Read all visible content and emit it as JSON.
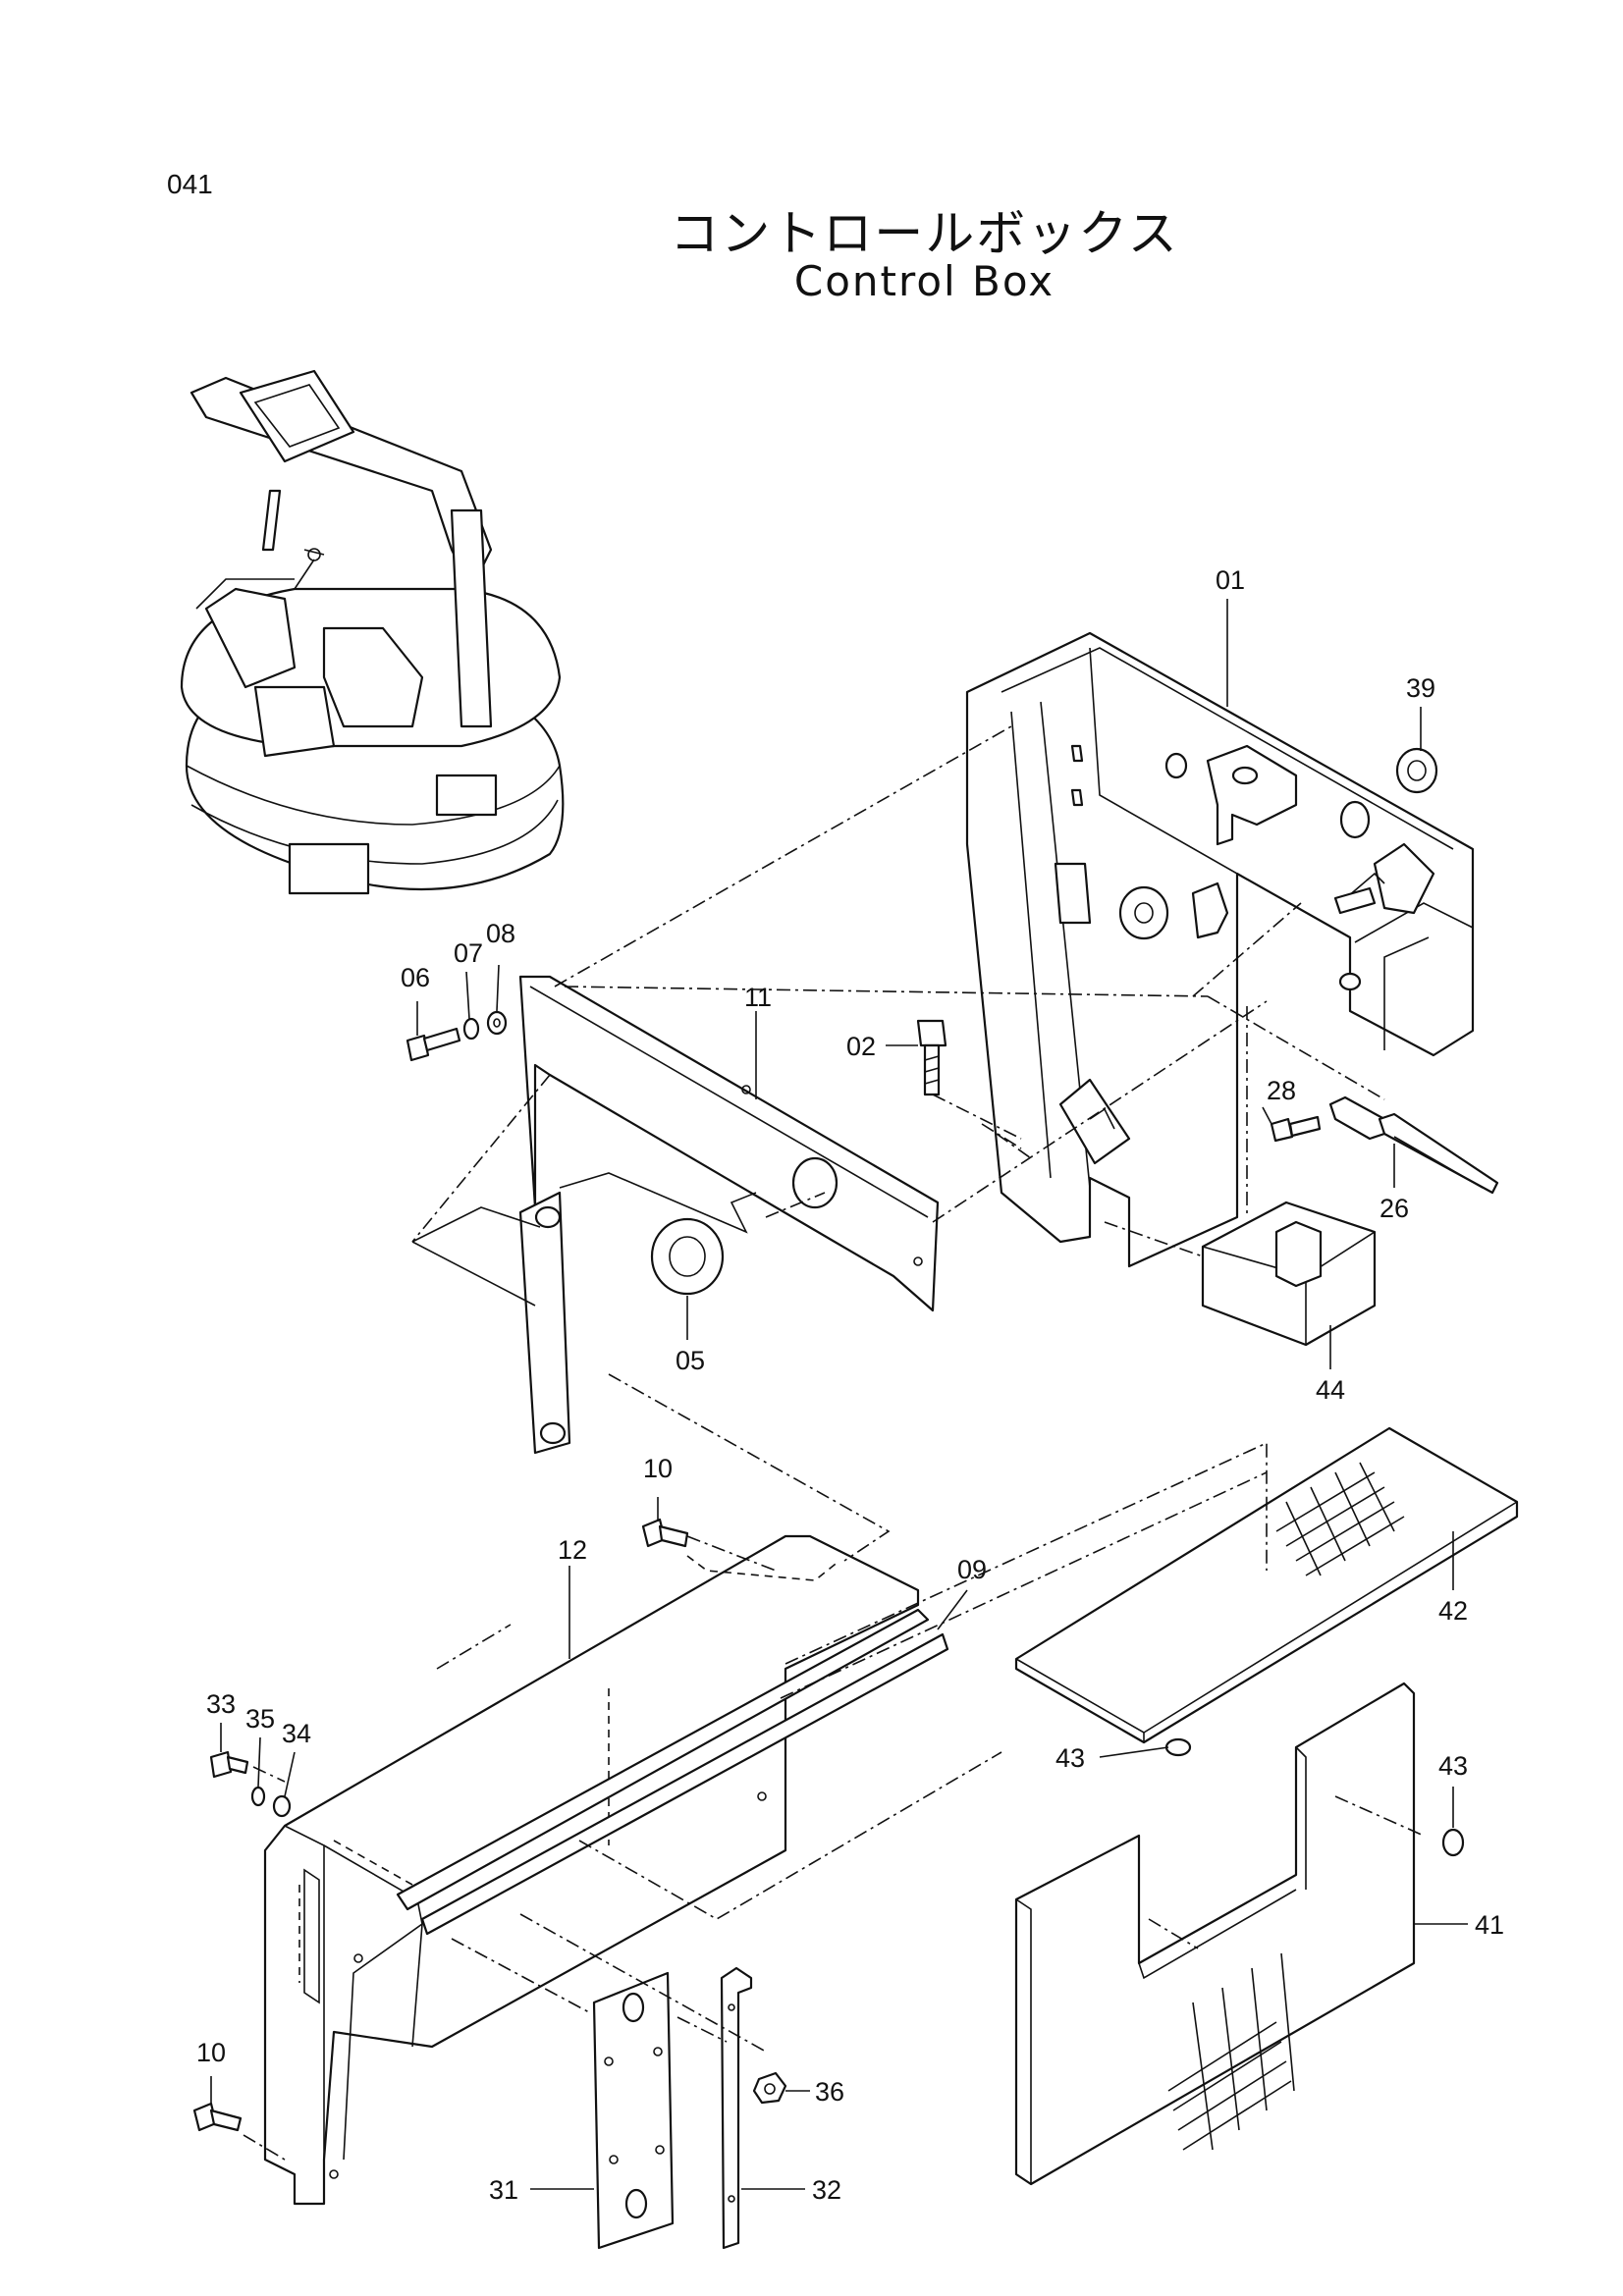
{
  "header": {
    "page_number": "041",
    "title_jp": "コントロールボックス",
    "title_en": "Control Box"
  },
  "callouts": {
    "c01": "01",
    "c02": "02",
    "c05": "05",
    "c06": "06",
    "c07": "07",
    "c08": "08",
    "c09": "09",
    "c10a": "10",
    "c10b": "10",
    "c11": "11",
    "c12": "12",
    "c26": "26",
    "c28": "28",
    "c31": "31",
    "c32": "32",
    "c33": "33",
    "c34": "34",
    "c35": "35",
    "c36": "36",
    "c39": "39",
    "c41": "41",
    "c42": "42",
    "c43a": "43",
    "c43b": "43",
    "c44": "44"
  }
}
